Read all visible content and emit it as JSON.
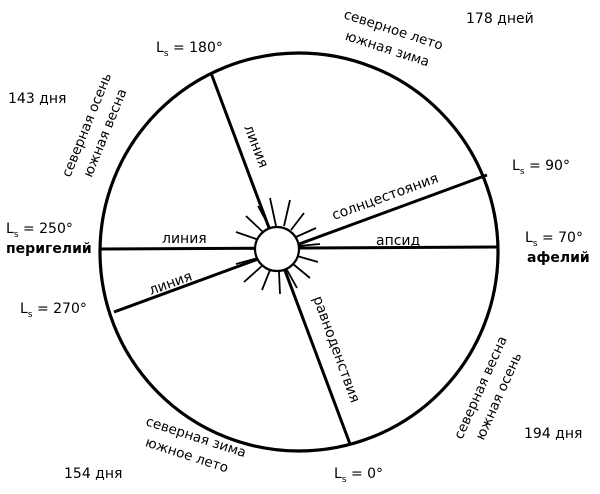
{
  "labels": {
    "ls180": "L",
    "ls180_val": " = 180°",
    "ls90": "L",
    "ls90_val": " = 90°",
    "ls70": "L",
    "ls70_val": " = 70°",
    "ls250": "L",
    "ls250_val": " = 250°",
    "ls270": "L",
    "ls270_val": " = 270°",
    "ls0": "L",
    "ls0_val": " = 0°",
    "subscript": "s",
    "perihelion": "перигелий",
    "aphelion": "афелий",
    "days_178": "178 дней",
    "days_143": "143 дня",
    "days_194": "194 дня",
    "days_154": "154 дня",
    "nsummer_1": "северное лето",
    "nsummer_2": "южная зима",
    "nautumn_1": "северная осень",
    "nautumn_2": "южная весна",
    "nspring_1": "северная весна",
    "nspring_2": "южная осень",
    "nwinter_1": "северная зима",
    "nwinter_2": "южное лето",
    "line_left": "линия",
    "line_apsid": "апсид",
    "line_solstice_top": "линия",
    "line_solstice": "солнцестояния",
    "line_equinox_left": "линия",
    "line_equinox": "равноденствия"
  }
}
